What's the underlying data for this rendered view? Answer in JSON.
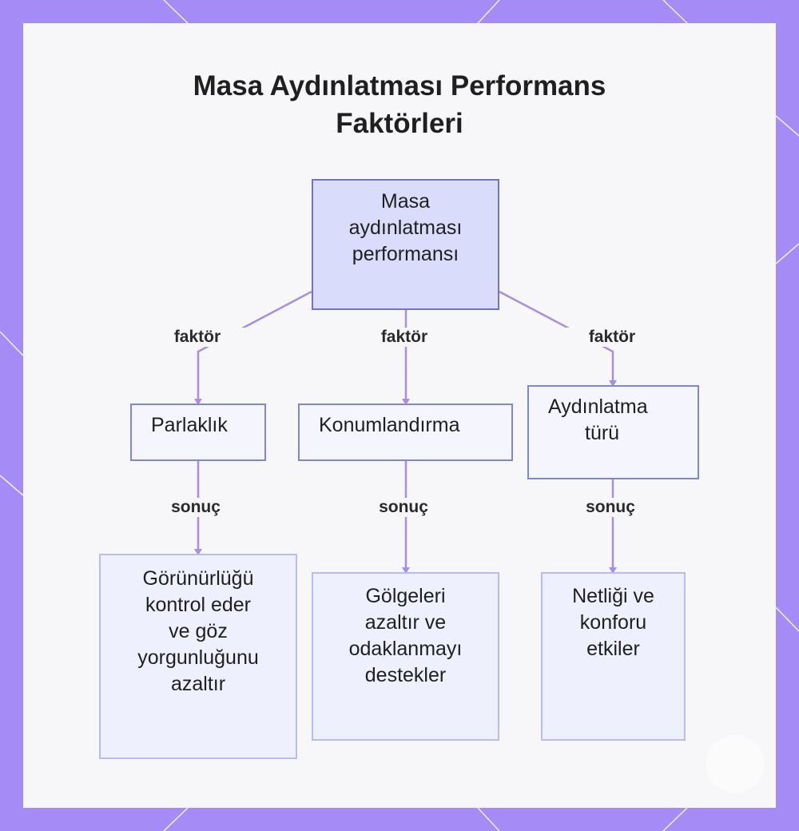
{
  "diagram": {
    "title_line1": "Masa Aydınlatması Performans",
    "title_line2": "Faktörleri",
    "root": {
      "line1": "Masa",
      "line2": "aydınlatması",
      "line3": "performansı"
    },
    "factor_label": "faktör",
    "outcome_label": "sonuç",
    "factors": [
      {
        "line1": "Parlaklık"
      },
      {
        "line1": "Konumlandırma"
      },
      {
        "line1": "Aydınlatma",
        "line2": "türü"
      }
    ],
    "outcomes": [
      {
        "line1": "Görünürlüğü",
        "line2": "kontrol eder",
        "line3": "ve göz",
        "line4": "yorgunluğunu",
        "line5": "azaltır"
      },
      {
        "line1": "Gölgeleri",
        "line2": "azaltır ve",
        "line3": "odaklanmayı",
        "line4": "destekler"
      },
      {
        "line1": "Netliği ve",
        "line2": "konforu",
        "line3": "etkiler"
      }
    ]
  },
  "colors": {
    "frame_purple": "#a48bf5",
    "card_background": "#f7f6f8",
    "root_fill": "#d9dcfb",
    "root_border": "#6f74c9",
    "connector": "#a98ee0"
  }
}
